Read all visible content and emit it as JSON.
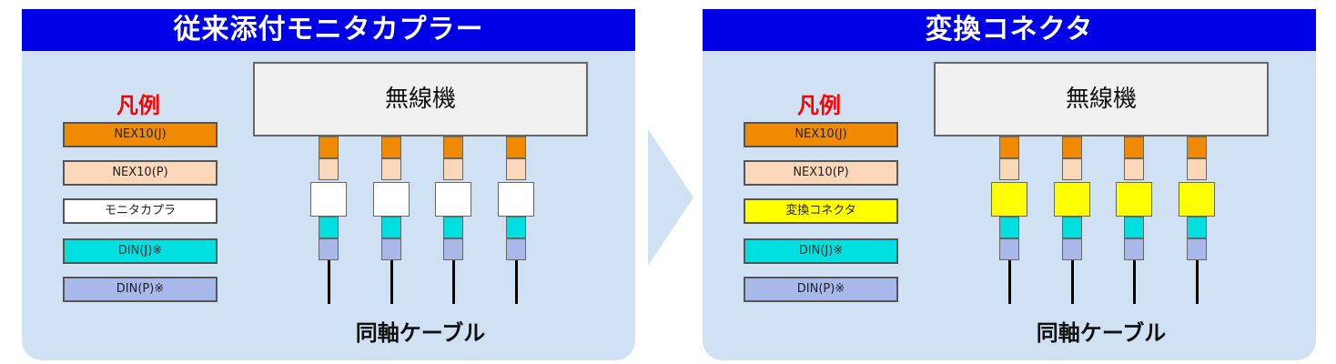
{
  "left_panel": {
    "title": "従来添付モニタカプラー",
    "legend_title": "凡例",
    "legend": [
      {
        "label": "NEX10(J)",
        "color": "#f08a00"
      },
      {
        "label": "NEX10(P)",
        "color": "#fad7b8"
      },
      {
        "label": "モニタカプラ",
        "color": "#ffffff"
      },
      {
        "label": "DIN(J)※",
        "color": "#00e0e0"
      },
      {
        "label": "DIN(P)※",
        "color": "#a8b8e8"
      }
    ],
    "radio_label": "無線機",
    "cable_label": "同軸ケーブル"
  },
  "right_panel": {
    "title": "変換コネクタ",
    "legend_title": "凡例",
    "legend": [
      {
        "label": "NEX10(J)",
        "color": "#f08a00"
      },
      {
        "label": "NEX10(P)",
        "color": "#fad7b8"
      },
      {
        "label": "変換コネクタ",
        "color": "#ffff00"
      },
      {
        "label": "DIN(J)※",
        "color": "#00e0e0"
      },
      {
        "label": "DIN(P)※",
        "color": "#a8b8e8"
      }
    ],
    "radio_label": "無線機",
    "cable_label": "同軸ケーブル"
  },
  "arrow_color": "#d0e1f3"
}
